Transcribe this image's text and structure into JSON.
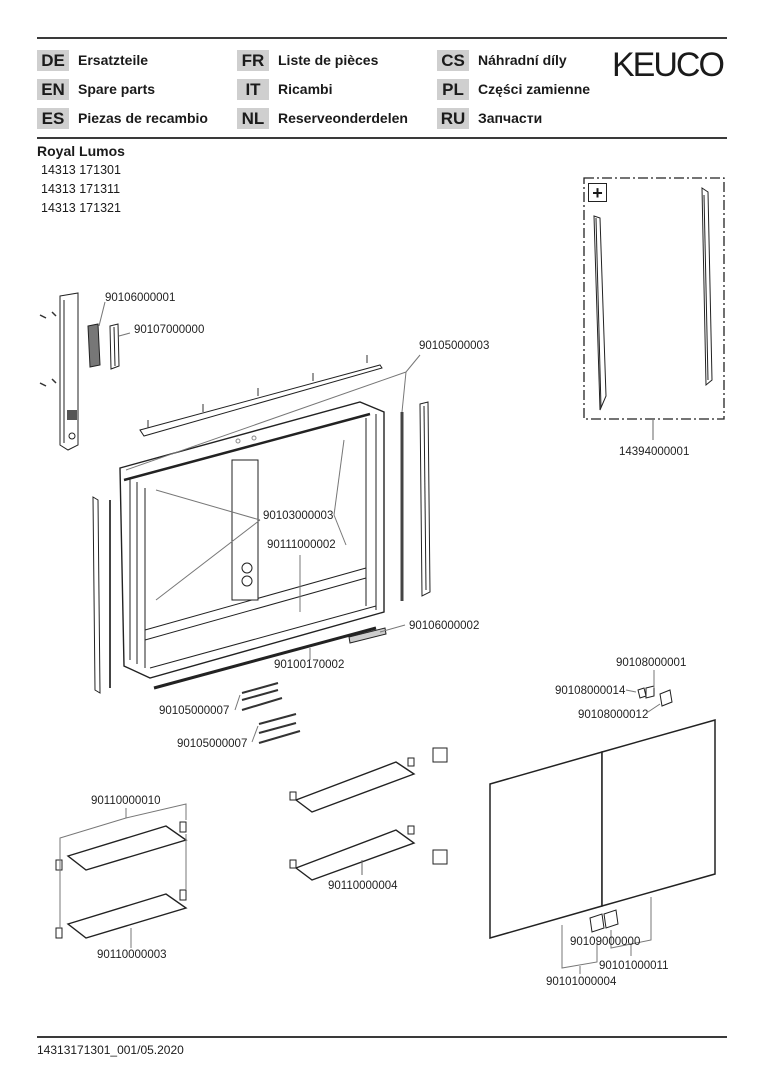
{
  "header": {
    "brand": "KEUCO",
    "languages": [
      {
        "code": "DE",
        "label": "Ersatzteile"
      },
      {
        "code": "EN",
        "label": "Spare parts"
      },
      {
        "code": "ES",
        "label": "Piezas de recambio"
      },
      {
        "code": "FR",
        "label": "Liste de pièces"
      },
      {
        "code": "IT",
        "label": "Ricambi"
      },
      {
        "code": "NL",
        "label": "Reserveonderdelen"
      },
      {
        "code": "CS",
        "label": "Náhradní díly"
      },
      {
        "code": "PL",
        "label": "Części zamienne"
      },
      {
        "code": "RU",
        "label": "Запчасти"
      }
    ]
  },
  "product": {
    "name": "Royal Lumos",
    "articles": [
      "14313 171301",
      "14313 171311",
      "14313 171321"
    ]
  },
  "optional_kit": {
    "icon": "plus-icon",
    "symbol": "+",
    "part_number": "14394000001"
  },
  "parts": {
    "p1": "90106000001",
    "p2": "90107000000",
    "p3": "90105000003",
    "p4": "90103000003",
    "p5": "90111000002",
    "p6": "90106000002",
    "p7": "90100170002",
    "p8": "90105000007",
    "p9": "90105000007",
    "p10": "90108000001",
    "p11": "90108000014",
    "p12": "90108000012",
    "p13": "90110000010",
    "p14": "90110000003",
    "p15": "90110000004",
    "p16": "90109000000",
    "p17": "90101000011",
    "p18": "90101000004"
  },
  "footer": {
    "doc_id": "14313171301_001/05.2020"
  }
}
